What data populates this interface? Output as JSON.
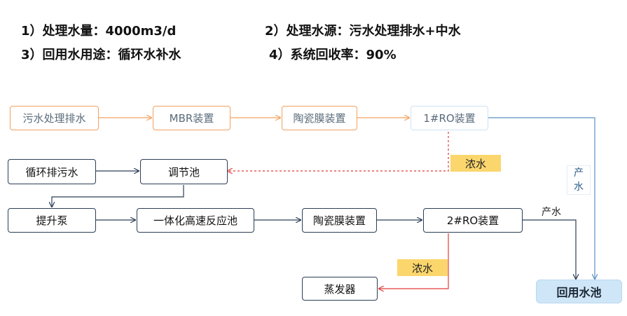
{
  "header": {
    "item1": "1）处理水量：4000m3/d",
    "item2": "2）处理水源：污水处理排水+中水",
    "item3": "3）回用水用途：循环水补水",
    "item4": "4）系统回收率：90%"
  },
  "row1": {
    "source": "污水处理排水",
    "mbr": "MBR装置",
    "ceramic": "陶瓷膜装置",
    "ro1": "1#RO装置"
  },
  "row2": {
    "source": "循环排污水",
    "tank": "调节池",
    "concentrate": "浓水"
  },
  "row3": {
    "pump": "提升泵",
    "reactor": "一体化高速反应池",
    "ceramic": "陶瓷膜装置",
    "ro2": "2#RO装置",
    "product": "产水"
  },
  "right": {
    "product_char1": "产",
    "product_char2": "水",
    "pool": "回用水池"
  },
  "bottom": {
    "concentrate": "浓水",
    "evaporator": "蒸发器"
  },
  "colors": {
    "orange_line": "#f2a15f",
    "navy_line": "#2c3e56",
    "red_line": "#e23b3b",
    "blue_line": "#5b8fc2",
    "tag_fill": "#fbd66d",
    "pool_fill": "#cfe6f8"
  }
}
